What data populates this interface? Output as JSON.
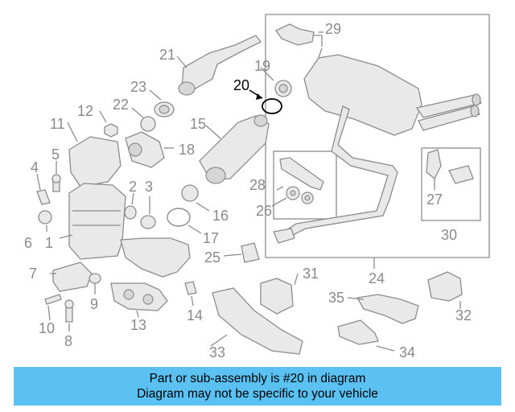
{
  "callouts": [
    "1",
    "2",
    "3",
    "4",
    "5",
    "6",
    "7",
    "8",
    "9",
    "10",
    "11",
    "12",
    "13",
    "14",
    "15",
    "16",
    "17",
    "18",
    "19",
    "20",
    "21",
    "22",
    "23",
    "24",
    "25",
    "26",
    "27",
    "28",
    "29",
    "30",
    "31",
    "32",
    "33",
    "34",
    "35"
  ],
  "highlighted_part": "20",
  "banner": {
    "line1": "Part or sub-assembly is #20 in diagram",
    "line2": "Diagram may not be specific to your vehicle",
    "color": "#5bc0f2"
  }
}
